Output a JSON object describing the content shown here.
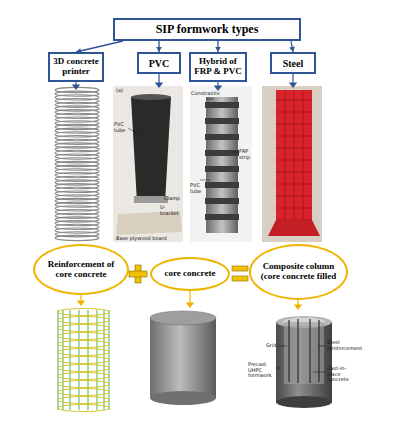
{
  "diagram": {
    "nodes": [
      {
        "text": [
          "SIP formwork types"
        ]
      },
      {
        "text": [
          "3D concrete printer"
        ]
      },
      {
        "text": [
          "PVC"
        ]
      },
      {
        "text": [
          "Hybrid of FRP & PVC"
        ]
      },
      {
        "text": [
          "Steel"
        ]
      },
      {
        "text": [
          "Reinforcement of core concrete"
        ]
      },
      {
        "text": [
          "core concrete"
        ]
      },
      {
        "text": [
          "Composite column (core concrete filled"
        ]
      }
    ],
    "edges": [
      {
        "from": 0,
        "to": 1,
        "arrow": "to"
      },
      {
        "from": 0,
        "to": 2,
        "arrow": "to"
      },
      {
        "from": 0,
        "to": 3,
        "arrow": "to"
      },
      {
        "from": 0,
        "to": 4,
        "arrow": "to"
      }
    ],
    "labels": [
      "(a)",
      "PVC tube",
      "Clamp",
      "U-bracket",
      "Base plywood board",
      "Constraints",
      "FRP strip",
      "PVC tube",
      "Grid",
      "Steel reinforcement",
      "Precast UHPC formwork",
      "Cast-in-place concrete"
    ]
  }
}
